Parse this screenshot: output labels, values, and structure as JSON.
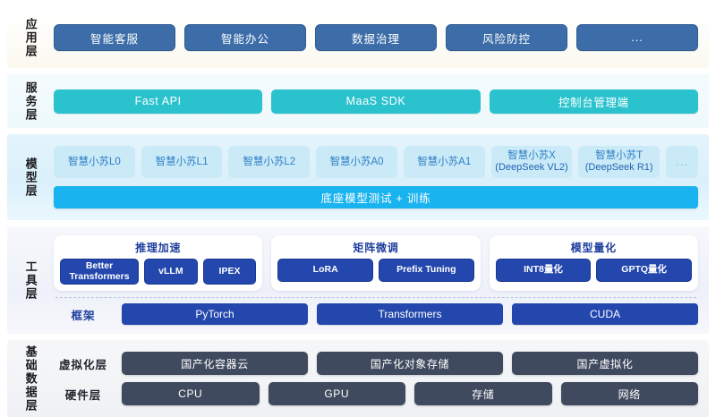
{
  "layers": {
    "app": {
      "label": "应用层",
      "items": [
        {
          "label": "智能客服"
        },
        {
          "label": "智能办公"
        },
        {
          "label": "数据治理"
        },
        {
          "label": "风险防控"
        },
        {
          "label": "..."
        }
      ]
    },
    "service": {
      "label": "服务层",
      "items": [
        {
          "label": "Fast API"
        },
        {
          "label": "MaaS SDK"
        },
        {
          "label": "控制台管理端"
        }
      ]
    },
    "model": {
      "label": "模型层",
      "chips": [
        {
          "main": "智慧小苏L0",
          "sub": ""
        },
        {
          "main": "智慧小苏L1",
          "sub": ""
        },
        {
          "main": "智慧小苏L2",
          "sub": ""
        },
        {
          "main": "智慧小苏A0",
          "sub": ""
        },
        {
          "main": "智慧小苏A1",
          "sub": ""
        },
        {
          "main": "智慧小苏X",
          "sub": "(DeepSeek VL2)"
        },
        {
          "main": "智慧小苏T",
          "sub": "(DeepSeek R1)"
        },
        {
          "main": "...",
          "sub": ""
        }
      ],
      "base_bar": "底座模型测试 + 训练"
    },
    "tools": {
      "label": "工具层",
      "cards": [
        {
          "title": "推理加速",
          "pills": [
            "Better Transformers",
            "vLLM",
            "IPEX"
          ]
        },
        {
          "title": "矩阵微调",
          "pills": [
            "LoRA",
            "Prefix Tuning"
          ]
        },
        {
          "title": "模型量化",
          "pills": [
            "INT8量化",
            "GPTQ量化"
          ]
        }
      ],
      "framework_label": "框架",
      "frameworks": [
        "PyTorch",
        "Transformers",
        "CUDA"
      ]
    },
    "base": {
      "label": "基础数据层",
      "rows": [
        {
          "sublabel": "虚拟化层",
          "items": [
            "国产化容器云",
            "国产化对象存储",
            "国产虚拟化"
          ]
        },
        {
          "sublabel": "硬件层",
          "items": [
            "CPU",
            "GPU",
            "存储",
            "网络"
          ]
        }
      ]
    }
  },
  "colors": {
    "app_chip": "#3c6da8",
    "service_bar": "#2ac3cd",
    "model_chip": "#cbeaf8",
    "model_base_bar": "#19b3ef",
    "tool_pill": "#2347ad",
    "base_box": "#3f4a5e"
  }
}
